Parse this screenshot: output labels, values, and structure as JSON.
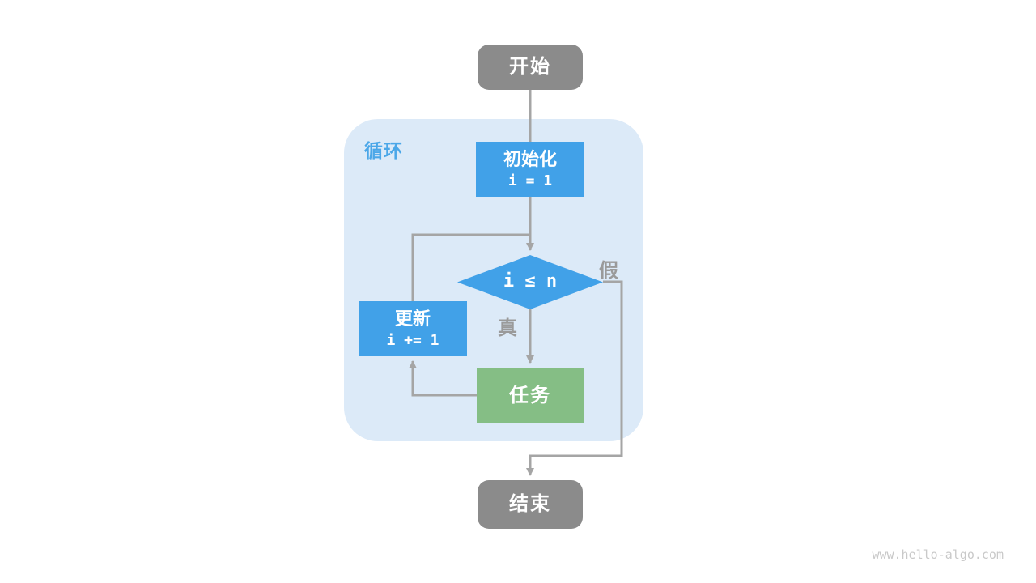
{
  "diagram": {
    "colors": {
      "node_blue": "#41A1E8",
      "node_green": "#85BE85",
      "node_gray": "#8B8B8B",
      "container_blue": "#DCEAF8",
      "loop_label_blue": "#4BA7E8",
      "arrow_gray": "#A5A5A5",
      "edge_label_gray": "#9A9A9A",
      "watermark_gray": "#C9C9C9"
    },
    "loop_container": {
      "label": "循环"
    },
    "nodes": {
      "start": {
        "label": "开始"
      },
      "init": {
        "title": "初始化",
        "code": "i = 1"
      },
      "condition": {
        "label": "i ≤ n"
      },
      "update": {
        "title": "更新",
        "code": "i += 1"
      },
      "task": {
        "label": "任务"
      },
      "end": {
        "label": "结束"
      }
    },
    "edge_labels": {
      "true_branch": "真",
      "false_branch": "假"
    }
  },
  "page": {
    "watermark": "www.hello-algo.com"
  }
}
